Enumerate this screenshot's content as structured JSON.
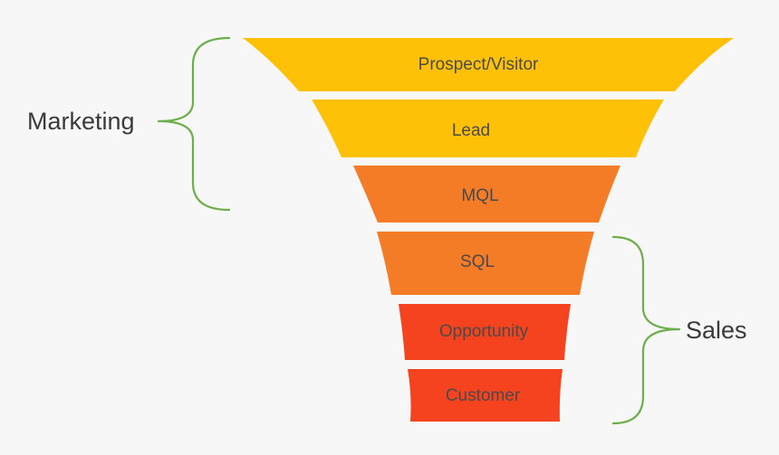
{
  "stages": [
    {
      "label": "Prospect/Visitor",
      "color": "#ffc107"
    },
    {
      "label": "Lead",
      "color": "#ffc107"
    },
    {
      "label": "MQL",
      "color": "#f57c26"
    },
    {
      "label": "SQL",
      "color": "#f57c26"
    },
    {
      "label": "Opportunity",
      "color": "#f5431f"
    },
    {
      "label": "Customer",
      "color": "#f5431f"
    }
  ],
  "groups": [
    {
      "label": "Marketing",
      "side": "left",
      "color": "#6db04b"
    },
    {
      "label": "Sales",
      "side": "right",
      "color": "#6db04b"
    }
  ]
}
